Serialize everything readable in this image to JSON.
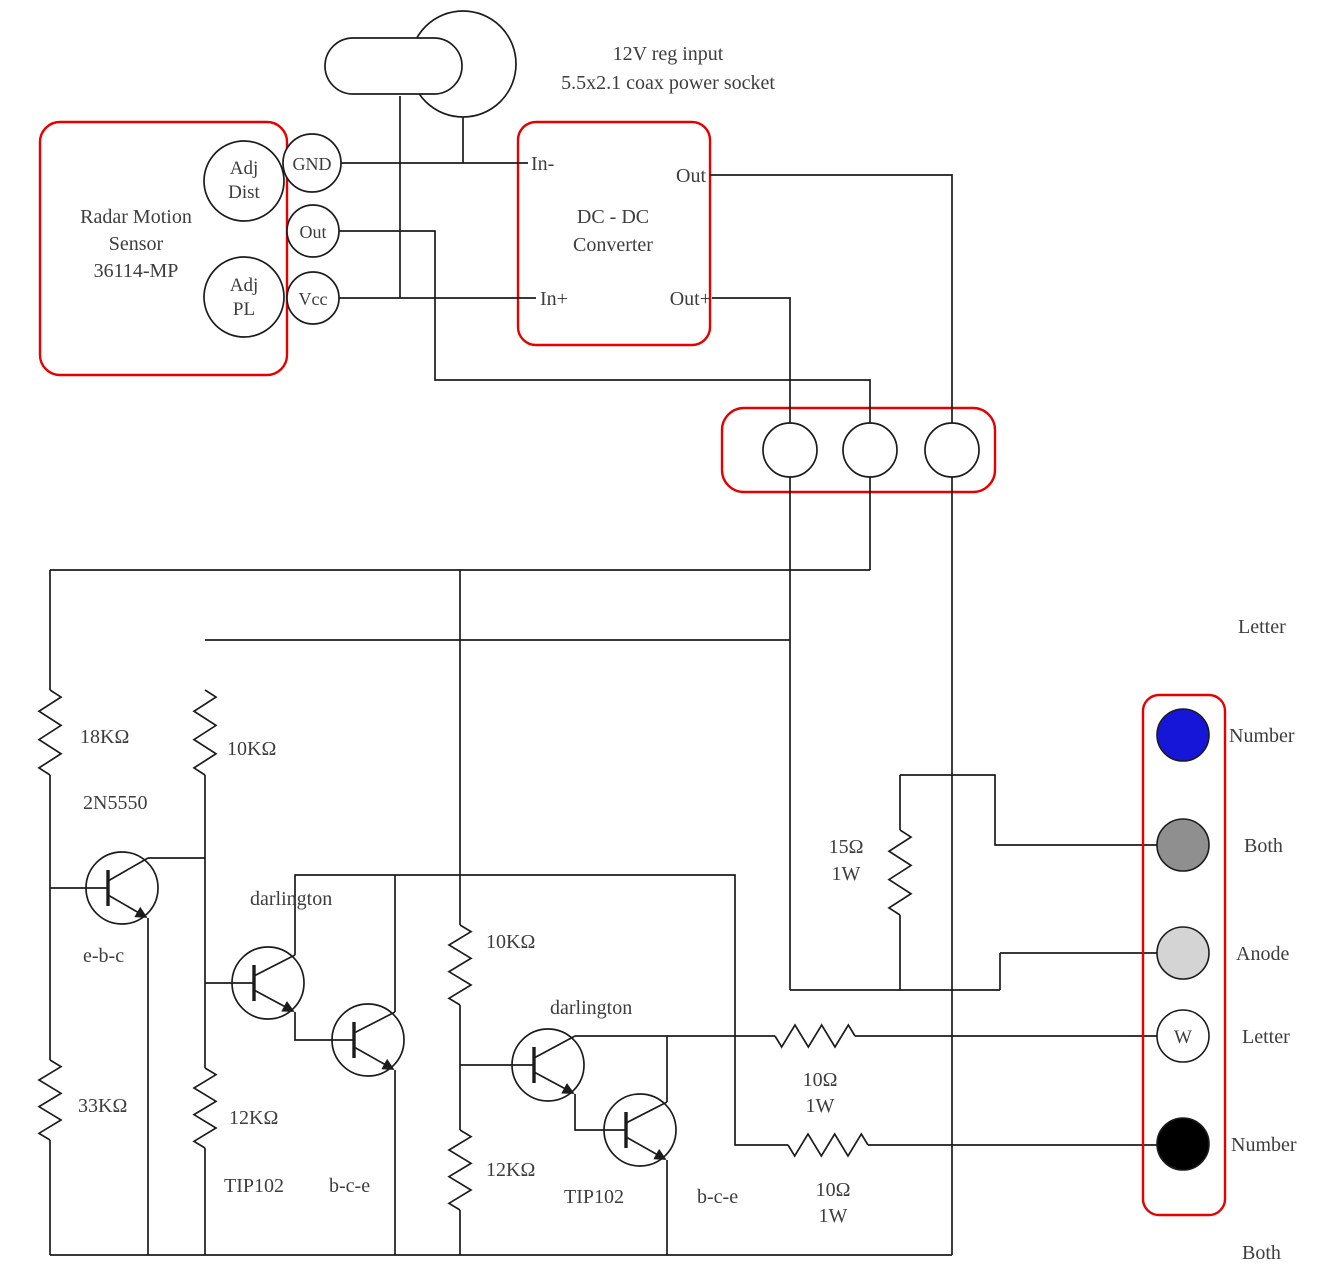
{
  "socket": {
    "caption1": "12V  reg input",
    "caption2": "5.5x2.1 coax power socket"
  },
  "radar": {
    "title1": "Radar Motion",
    "title2": "Sensor",
    "title3": "36114-MP",
    "adj_dist": [
      "Adj",
      "Dist"
    ],
    "adj_pl": [
      "Adj",
      "PL"
    ],
    "pins": {
      "gnd": "GND",
      "out": "Out",
      "vcc": "Vcc"
    }
  },
  "dcdc": {
    "title1": "DC - DC",
    "title2": "Converter",
    "pins": {
      "in_neg": "In-",
      "out": "Out",
      "in_pos": "In+",
      "out_pos": "Out+"
    }
  },
  "resistors": {
    "r1": "18KΩ",
    "r2": "10KΩ",
    "r3": "33KΩ",
    "r4": "12KΩ",
    "r5": "10KΩ",
    "r6": "12KΩ",
    "r7": "15Ω",
    "r7w": "1W",
    "r8": "10Ω",
    "r8w": "1W",
    "r9": "10Ω",
    "r9w": "1W"
  },
  "transistors": {
    "q1_part": "2N5550",
    "q1_pins": "e-b-c",
    "d1_name": "darlington",
    "d1_part": "TIP102",
    "d1_pins": "b-c-e",
    "d2_name": "darlington",
    "d2_part": "TIP102",
    "d2_pins": "b-c-e"
  },
  "display": {
    "label_above": "Letter",
    "label_below": "Both",
    "pins": [
      {
        "label": "Number",
        "color": "#1616d9"
      },
      {
        "label": "Both",
        "color": "#8f8f8f"
      },
      {
        "label": "Anode",
        "color": "#d4d4d4"
      },
      {
        "label": "Letter",
        "color": "#ffffff",
        "mark": "W"
      },
      {
        "label": "Number",
        "color": "#000000"
      }
    ]
  },
  "colors": {
    "wire": "#1c1c1c",
    "outline_red": "#e60000",
    "text": "#3d3d3d"
  }
}
